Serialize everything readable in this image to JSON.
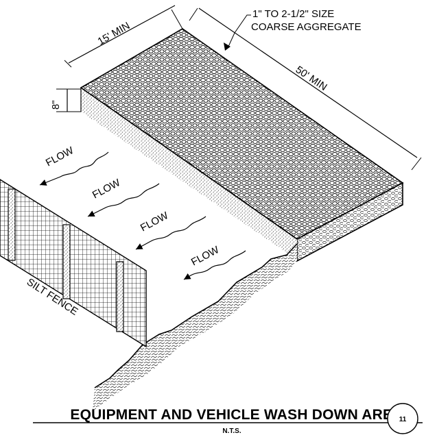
{
  "labels": {
    "width_dim": "15' MIN",
    "length_dim": "50' MIN",
    "depth_dim": "8\"",
    "aggregate_line1": "1\" TO 2-1/2\" SIZE",
    "aggregate_line2": "COARSE AGGREGATE",
    "flow": "FLOW",
    "silt_fence": "SILT FENCE"
  },
  "title_block": {
    "title": "EQUIPMENT AND VEHICLE WASH DOWN AREA",
    "scale": "N.T.S.",
    "detail_number": "11"
  },
  "colors": {
    "ink": "#000000",
    "paper": "#ffffff"
  }
}
